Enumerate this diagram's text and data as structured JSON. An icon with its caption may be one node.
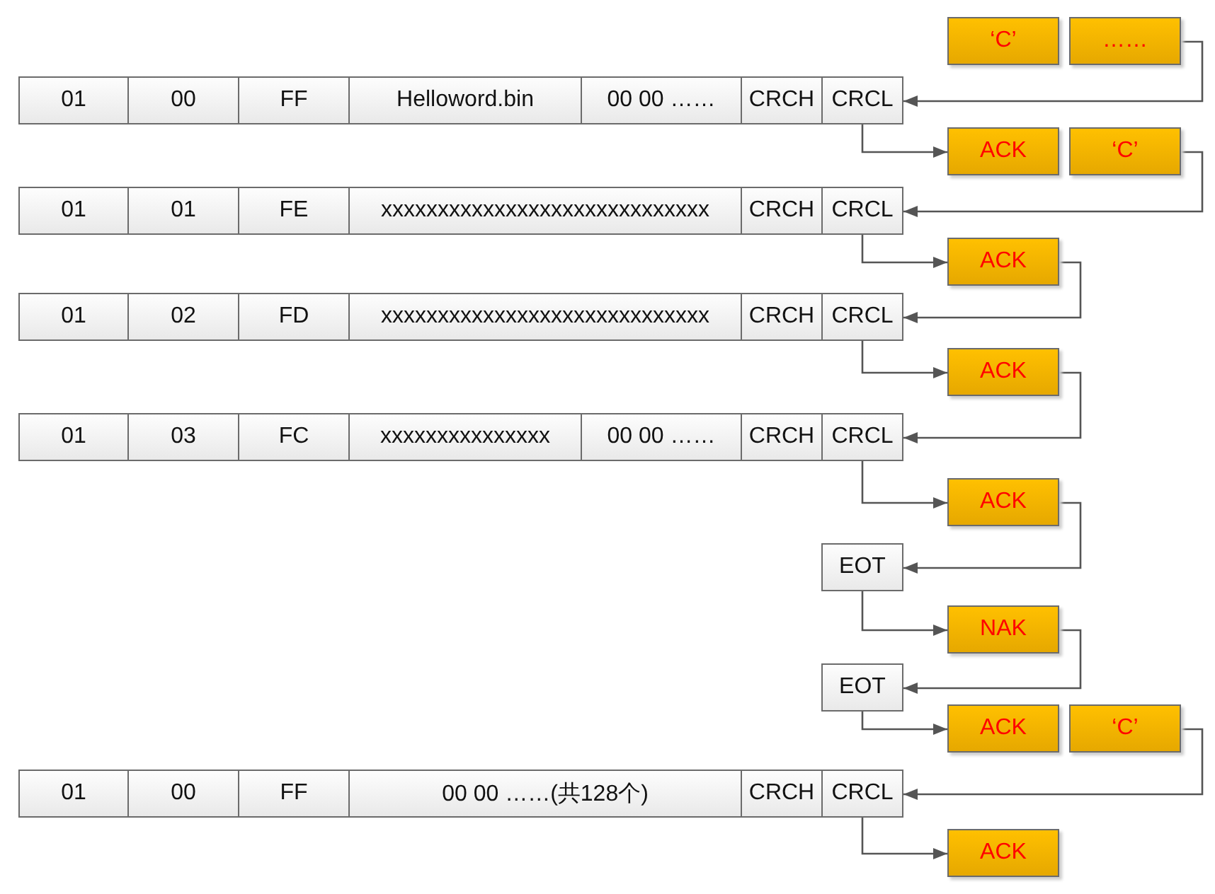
{
  "diagram": {
    "nodes": [
      {
        "text": [
          "‘C’"
        ]
      },
      {
        "text": [
          "……"
        ]
      },
      {
        "text": [
          "01"
        ]
      },
      {
        "text": [
          "00"
        ]
      },
      {
        "text": [
          "FF"
        ]
      },
      {
        "text": [
          "Helloword.bin"
        ]
      },
      {
        "text": [
          "00 00 ……"
        ]
      },
      {
        "text": [
          "CRCH"
        ]
      },
      {
        "text": [
          "CRCL"
        ]
      },
      {
        "text": [
          "ACK"
        ]
      },
      {
        "text": [
          "‘C’"
        ]
      },
      {
        "text": [
          "01"
        ]
      },
      {
        "text": [
          "01"
        ]
      },
      {
        "text": [
          "FE"
        ]
      },
      {
        "text": [
          "xxxxxxxxxxxxxxxxxxxxxxxxxxxxx"
        ]
      },
      {
        "text": [
          "CRCH"
        ]
      },
      {
        "text": [
          "CRCL"
        ]
      },
      {
        "text": [
          "ACK"
        ]
      },
      {
        "text": [
          "01"
        ]
      },
      {
        "text": [
          "02"
        ]
      },
      {
        "text": [
          "FD"
        ]
      },
      {
        "text": [
          "xxxxxxxxxxxxxxxxxxxxxxxxxxxxx"
        ]
      },
      {
        "text": [
          "CRCH"
        ]
      },
      {
        "text": [
          "CRCL"
        ]
      },
      {
        "text": [
          "ACK"
        ]
      },
      {
        "text": [
          "01"
        ]
      },
      {
        "text": [
          "03"
        ]
      },
      {
        "text": [
          "FC"
        ]
      },
      {
        "text": [
          "xxxxxxxxxxxxxxx"
        ]
      },
      {
        "text": [
          "00 00 ……"
        ]
      },
      {
        "text": [
          "CRCH"
        ]
      },
      {
        "text": [
          "CRCL"
        ]
      },
      {
        "text": [
          "ACK"
        ]
      },
      {
        "text": [
          "EOT"
        ]
      },
      {
        "text": [
          "NAK"
        ]
      },
      {
        "text": [
          "EOT"
        ]
      },
      {
        "text": [
          "ACK"
        ]
      },
      {
        "text": [
          "‘C’"
        ]
      },
      {
        "text": [
          "01"
        ]
      },
      {
        "text": [
          "00"
        ]
      },
      {
        "text": [
          "FF"
        ]
      },
      {
        "text": [
          "00 00 ……(共128个)"
        ]
      },
      {
        "text": [
          "CRCH"
        ]
      },
      {
        "text": [
          "CRCL"
        ]
      },
      {
        "text": [
          "ACK"
        ]
      }
    ],
    "edges": [
      {
        "from": 1,
        "to": 8,
        "arrow": "to"
      },
      {
        "from": 8,
        "to": 9,
        "arrow": "to"
      },
      {
        "from": 10,
        "to": 16,
        "arrow": "to"
      },
      {
        "from": 16,
        "to": 17,
        "arrow": "to"
      },
      {
        "from": 17,
        "to": 23,
        "arrow": "to"
      },
      {
        "from": 23,
        "to": 24,
        "arrow": "to"
      },
      {
        "from": 24,
        "to": 31,
        "arrow": "to"
      },
      {
        "from": 31,
        "to": 32,
        "arrow": "to"
      },
      {
        "from": 32,
        "to": 33,
        "arrow": "to"
      },
      {
        "from": 33,
        "to": 34,
        "arrow": "to"
      },
      {
        "from": 34,
        "to": 35,
        "arrow": "to"
      },
      {
        "from": 35,
        "to": 36,
        "arrow": "to"
      },
      {
        "from": 37,
        "to": 43,
        "arrow": "to"
      },
      {
        "from": 43,
        "to": 44,
        "arrow": "to"
      }
    ]
  }
}
